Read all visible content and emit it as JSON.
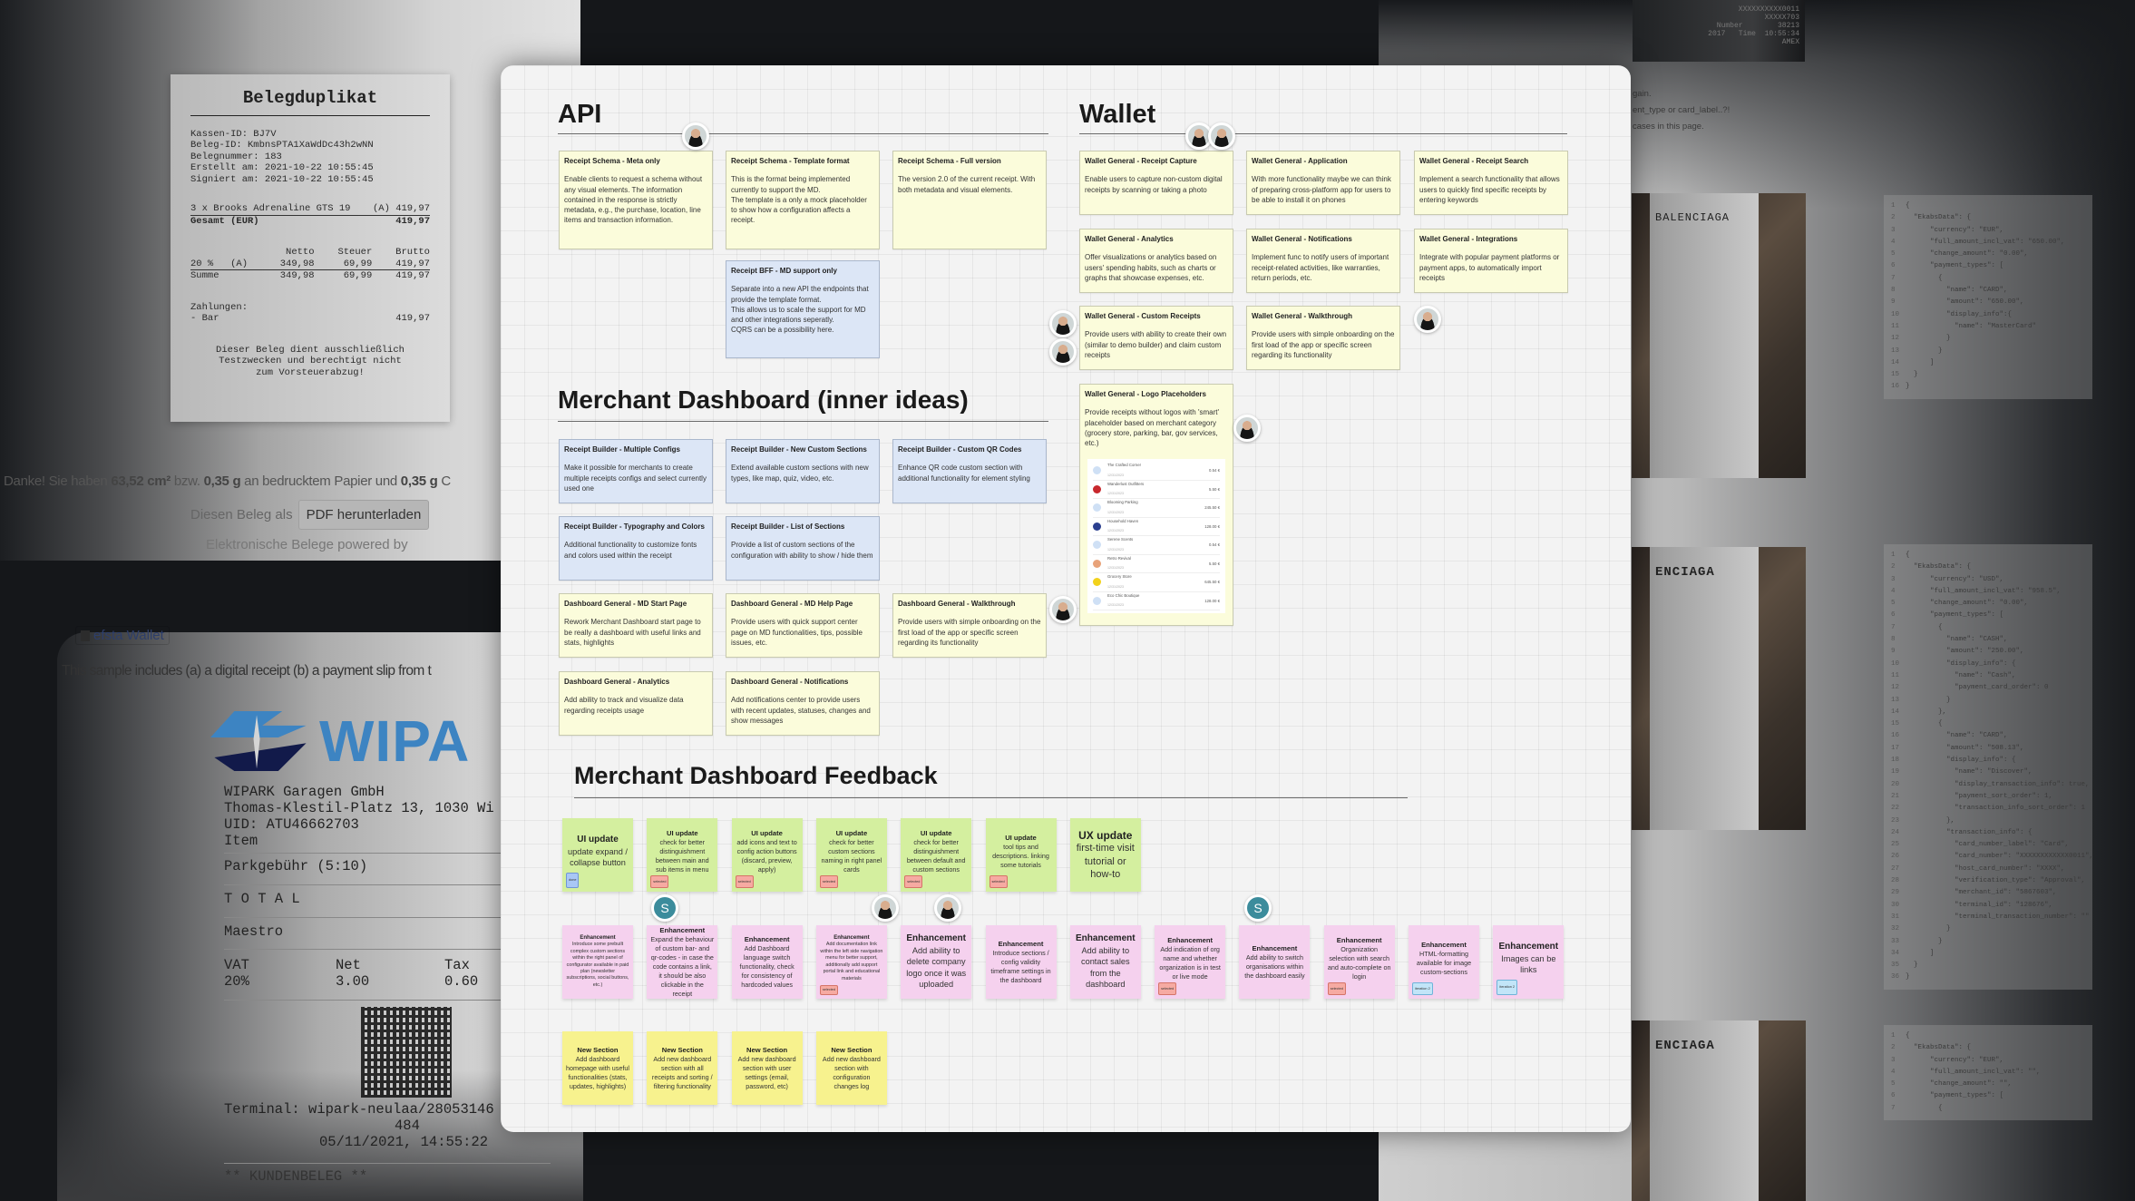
{
  "background": {
    "receipt": {
      "title": "Belegduplikat",
      "lines": [
        "Kassen-ID: BJ7V",
        "Beleg-ID: KmbnsPTA1XaWdDc43h2wNN",
        "Belegnummer: 183",
        "Erstellt am: 2021-10-22 10:55:45",
        "Signiert am: 2021-10-22 10:55:45"
      ],
      "item": {
        "label": "3 x Brooks Adrenaline GTS 19",
        "value": "(A) 419,97"
      },
      "total": {
        "label": "Gesamt (EUR)",
        "value": "419,97"
      },
      "tax_header": [
        "",
        "Netto",
        "Steuer",
        "Brutto"
      ],
      "tax_rows": [
        [
          "20 %   (A)",
          "349,98",
          "69,99",
          "419,97"
        ],
        [
          "Summe",
          "349,98",
          "69,99",
          "419,97"
        ]
      ],
      "payments_label": "Zahlungen:",
      "payment": {
        "label": "- Bar",
        "value": "419,97"
      },
      "footer": "Dieser Beleg dient ausschließlich Testzwecken und berechtigt nicht zum Vorsteuerabzug!"
    },
    "thanks": {
      "pre": "Danke! Sie haben ",
      "area": "63,52 cm²",
      "mid": " bzw. ",
      "weight": "0,35 g",
      "post": " an bedrucktem Papier und ",
      "weight2": "0,35 g",
      "tail": " C"
    },
    "pdf_prefix": "Diesen Beleg als",
    "pdf_button": "PDF herunterladen",
    "powered_by": "Elektronische Belege powered by",
    "wallet_link": "efsta Wallet",
    "sample_text": "This sample includes (a) a digital receipt (b) a payment slip from t",
    "wipark": {
      "logo_text": "WIPA",
      "lines": [
        "WIPARK Garagen GmbH",
        "Thomas-Klestil-Platz 13, 1030 Wi",
        "UID: ATU46662703",
        "Item"
      ],
      "fee": "Parkgebühr (5:10)",
      "total": "T O T A L",
      "method": "Maestro",
      "vat_header": [
        "VAT",
        "Net",
        "Tax"
      ],
      "vat_row": [
        "20%",
        "3.00",
        "0.60"
      ],
      "terminal": "Terminal: wipark-neulaa/28053146",
      "terminal2": "484",
      "datetime": "05/11/2021, 14:55:22",
      "footer": "** KUNDENBELEG **"
    },
    "right_notes": [
      "gain.",
      "ent_type or card_label..?!",
      "cases in this page."
    ],
    "top_strip": "XXXXXXXXXX0011\nXXXXX703\nNumber        38213\n2017   Time  10:55:34\nAMEX",
    "photo_labels": [
      "BALENCIAGA",
      "ENCIAGA",
      "ENCIAGA"
    ],
    "code_blocks": [
      [
        "{",
        "  \"EkabsData\": {",
        "      \"currency\": \"EUR\",",
        "      \"full_amount_incl_vat\": \"650.00\",",
        "      \"change_amount\": \"0.00\",",
        "      \"payment_types\": [",
        "        {",
        "          \"name\": \"CARD\",",
        "          \"amount\": \"650.00\",",
        "          \"display_info\":{",
        "            \"name\": \"MasterCard\"",
        "          }",
        "        }",
        "      ]",
        "  }",
        "}"
      ],
      [
        "{",
        "  \"EkabsData\": {",
        "      \"currency\": \"USD\",",
        "      \"full_amount_incl_vat\": \"958.5\",",
        "      \"change_amount\": \"0.00\",",
        "      \"payment_types\": [",
        "        {",
        "          \"name\": \"CASH\",",
        "          \"amount\": \"250.00\",",
        "          \"display_info\": {",
        "            \"name\": \"Cash\",",
        "            \"payment_card_order\": 0",
        "          }",
        "        },",
        "        {",
        "          \"name\": \"CARD\",",
        "          \"amount\": \"508.13\",",
        "          \"display_info\": {",
        "            \"name\": \"Discover\",",
        "            \"display_transaction_info\": true,",
        "            \"payment_sort_order\": 1,",
        "            \"transaction_info_sort_order\": 1",
        "          },",
        "          \"transaction_info\": {",
        "            \"card_number_label\": \"Card\",",
        "            \"card_number\": \"XXXXXXXXXXXX0011\",",
        "            \"host_card_number\": \"XXXX\",",
        "            \"verification_type\": \"Approval\",",
        "            \"merchant_id\": \"5867603\",",
        "            \"terminal_id\": \"128676\",",
        "            \"terminal_transaction_number\": \"\"",
        "          }",
        "        }",
        "      ]",
        "  }",
        "}"
      ],
      [
        "{",
        "  \"EkabsData\": {",
        "      \"currency\": \"EUR\",",
        "      \"full_amount_incl_vat\": \"\",",
        "      \"change_amount\": \"\",",
        "      \"payment_types\": [",
        "        {"
      ]
    ]
  },
  "board": {
    "sections": {
      "api": "API",
      "wallet": "Wallet",
      "md_inner": "Merchant Dashboard (inner ideas)",
      "md_feedback": "Merchant Dashboard Feedback"
    },
    "colors": {
      "yellow_card": "#fbfcdb",
      "blue_card": "#dce6f6",
      "green_sticky": "#d4ef9f",
      "pink_sticky": "#f5d1ee",
      "yellow_sticky": "#f7f28e",
      "tag_selected": "#f6aaa2",
      "tag_done": "#a9c7f5",
      "tag_iteration": "#c2e5f8",
      "avatar_s": "#3c8c9c"
    },
    "api_cards": [
      {
        "title": "Receipt Schema - Meta only",
        "body": "Enable clients to request a schema without any visual elements. The information contained in the response is strictly metadata, e.g., the purchase, location, line items and transaction information.",
        "color": "yellow"
      },
      {
        "title": "Receipt Schema - Template format",
        "body": "This is the format being implemented currently to support the MD.\nThe template is a only a mock placeholder to show how a configuration affects a receipt.",
        "color": "yellow"
      },
      {
        "title": "Receipt Schema - Full version",
        "body": "The version 2.0 of the current receipt. With both metadata and visual elements.",
        "color": "yellow"
      },
      {
        "title": "Receipt BFF - MD support only",
        "body": "Separate into a new API the endpoints that provide the template format.\nThis allows us to scale the support for MD and other integrations seperatly.\nCQRS can be a possibility here.",
        "color": "blue"
      }
    ],
    "wallet_cards": [
      {
        "title": "Wallet General - Receipt Capture",
        "body": "Enable users to capture non-custom digital receipts by scanning or taking a photo",
        "color": "yellow"
      },
      {
        "title": "Wallet General - Application",
        "body": "With more functionality maybe we can think of preparing cross-platform app for users to be able to install it on phones",
        "color": "yellow"
      },
      {
        "title": "Wallet General - Receipt Search",
        "body": "Implement a search functionality that allows users to quickly find specific receipts by entering keywords",
        "color": "yellow"
      },
      {
        "title": "Wallet General - Analytics",
        "body": "Offer visualizations or analytics based on users' spending habits, such as charts or graphs that showcase expenses, etc.",
        "color": "yellow"
      },
      {
        "title": "Wallet General - Notifications",
        "body": "Implement func to notify users of important receipt-related activities, like warranties, return periods, etc.",
        "color": "yellow"
      },
      {
        "title": "Wallet General - Integrations",
        "body": "Integrate with popular payment platforms or payment apps, to automatically import receipts",
        "color": "yellow"
      },
      {
        "title": "Wallet General - Custom Receipts",
        "body": "Provide users with ability to create their own (similar to demo builder) and claim custom receipts",
        "color": "yellow"
      },
      {
        "title": "Wallet General - Walkthrough",
        "body": "Provide users with simple onboarding on the first load of the app or specific screen regarding its functionality",
        "color": "yellow"
      }
    ],
    "logo_card": {
      "title": "Wallet General - Logo Placeholders",
      "body": "Provide receipts without logos with 'smart' placeholder based on merchant category (grocery store, parking, bar, gov services, etc.)",
      "receipts": [
        {
          "name": "The Crafted Corner",
          "date": "12/31/2023",
          "amount": "0.54 €",
          "icon": "fork-knife-icon",
          "icon_color": "#cfe0f5"
        },
        {
          "name": "Wanderlust Outfitters",
          "date": "12/31/2023",
          "amount": "5.50 €",
          "icon": "brand-logo-red-icon",
          "icon_color": "#c8282d"
        },
        {
          "name": "Blooming Parking",
          "date": "12/31/2023",
          "amount": "245.50 €",
          "icon": "parking-icon",
          "icon_color": "#cfe0f5"
        },
        {
          "name": "Household Haven",
          "date": "12/31/2023",
          "amount": "128.00 €",
          "icon": "brand-logo-blue-icon",
          "icon_color": "#2b3f8f"
        },
        {
          "name": "Serene Scents",
          "date": "12/31/2023",
          "amount": "0.54 €",
          "icon": "bank-icon",
          "icon_color": "#cfe0f5"
        },
        {
          "name": "Retro Revival",
          "date": "12/31/2023",
          "amount": "5.50 €",
          "icon": "brand-logo-mermaid-icon",
          "icon_color": "#e8a37a"
        },
        {
          "name": "Grocery Store",
          "date": "12/31/2023",
          "amount": "645.50 €",
          "icon": "brand-logo-lidl-icon",
          "icon_color": "#f2d21c"
        },
        {
          "name": "Eco Chic Boutique",
          "date": "12/31/2023",
          "amount": "128.00 €",
          "icon": "cocktail-icon",
          "icon_color": "#cfe0f5"
        }
      ]
    },
    "md_cards": [
      {
        "title": "Receipt Builder - Multiple Configs",
        "body": "Make it possible for merchants to create multiple receipts configs and select currently used one",
        "color": "blue"
      },
      {
        "title": "Receipt Builder - New Custom Sections",
        "body": "Extend available custom sections with new types, like map, quiz, video, etc.",
        "color": "blue"
      },
      {
        "title": "Receipt Builder - Custom QR Codes",
        "body": "Enhance QR code custom section with additional functionality for element styling",
        "color": "blue"
      },
      {
        "title": "Receipt Builder - Typography and Colors",
        "body": "Additional functionality to customize fonts and colors used within the receipt",
        "color": "blue"
      },
      {
        "title": "Receipt Builder - List of Sections",
        "body": "Provide a list of custom sections of the configuration with ability to show / hide them",
        "color": "blue"
      },
      {
        "title": "Dashboard General - MD Start Page",
        "body": "Rework Merchant Dashboard start page to be really a dashboard with useful links and stats, highlights",
        "color": "yellow"
      },
      {
        "title": "Dashboard General - MD Help Page",
        "body": "Provide users with quick support center page on MD functionalities, tips, possible issues, etc.",
        "color": "yellow"
      },
      {
        "title": "Dashboard General - Walkthrough",
        "body": "Provide users with simple onboarding on the first load of the app or specific screen regarding its functionality",
        "color": "yellow"
      },
      {
        "title": "Dashboard General - Analytics",
        "body": "Add ability to track and visualize data regarding receipts usage",
        "color": "yellow"
      },
      {
        "title": "Dashboard General - Notifications",
        "body": "Add notifications center to provide users with recent updates, statuses, changes and show messages",
        "color": "yellow"
      }
    ],
    "feedback_green": [
      {
        "title": "UI update",
        "body": "update expand / collapse button",
        "tag": "done"
      },
      {
        "title": "UI update",
        "body": "check for better distinguishment between main and sub items in menu",
        "tag": "selected"
      },
      {
        "title": "UI update",
        "body": "add icons and text to config action buttons (discard, preview, apply)",
        "tag": "selected"
      },
      {
        "title": "UI update",
        "body": "check for better custom sections naming in right panel cards",
        "tag": "selected"
      },
      {
        "title": "UI update",
        "body": "check for better distinguishment between default and custom sections",
        "tag": "selected"
      },
      {
        "title": "UI update",
        "body": "tool tips and descriptions. linking some tutorials",
        "tag": "selected"
      },
      {
        "title": "UX update",
        "body": "first-time visit tutorial or how-to",
        "tag": ""
      }
    ],
    "feedback_pink": [
      {
        "title": "Enhancement",
        "body": "Introduce some prebuilt complex custom sections within the right panel of configurator available in paid plan (newsletter subscriptions, social buttons, etc.)",
        "tag": ""
      },
      {
        "title": "Enhancement",
        "body": "Expand the behaviour of custom bar- and qr-codes - in case the code contains a link, it should be also clickable in the receipt",
        "tag": ""
      },
      {
        "title": "Enhancement",
        "body": "Add Dashboard language switch functionality, check for consistency of hardcoded values",
        "tag": ""
      },
      {
        "title": "Enhancement",
        "body": "Add documentation link within the left side navigation menu for better support, additionally add support portal link and educational materials",
        "tag": "selected"
      },
      {
        "title": "Enhancement",
        "body": "Add ability to delete company logo once it was uploaded",
        "tag": ""
      },
      {
        "title": "Enhancement",
        "body": "Introduce sections / config validity timeframe settings in the dashboard",
        "tag": ""
      },
      {
        "title": "Enhancement",
        "body": "Add ability to contact sales from the dashboard",
        "tag": ""
      },
      {
        "title": "Enhancement",
        "body": "Add indication of org name and whether organization is in test or live mode",
        "tag": "selected"
      },
      {
        "title": "Enhancement",
        "body": "Add ability to switch organisations within the dashboard easily",
        "tag": ""
      },
      {
        "title": "Enhancement",
        "body": "Organization selection with search and auto-complete on login",
        "tag": "selected"
      },
      {
        "title": "Enhancement",
        "body": "HTML-formatting available for image custom-sections",
        "tag": "iteration 2"
      },
      {
        "title": "Enhancement",
        "body": "Images can be links",
        "tag": "iteration 2"
      }
    ],
    "feedback_yellow": [
      {
        "title": "New Section",
        "body": "Add dashboard homepage with useful functionalities (stats, updates, highlights)"
      },
      {
        "title": "New Section",
        "body": "Add new dashboard section with all receipts and sorting / filtering functionality"
      },
      {
        "title": "New Section",
        "body": "Add new dashboard section with user settings (email, password, etc)"
      },
      {
        "title": "New Section",
        "body": "Add new dashboard section with configuration changes log"
      }
    ],
    "avatar_initial": "S"
  }
}
